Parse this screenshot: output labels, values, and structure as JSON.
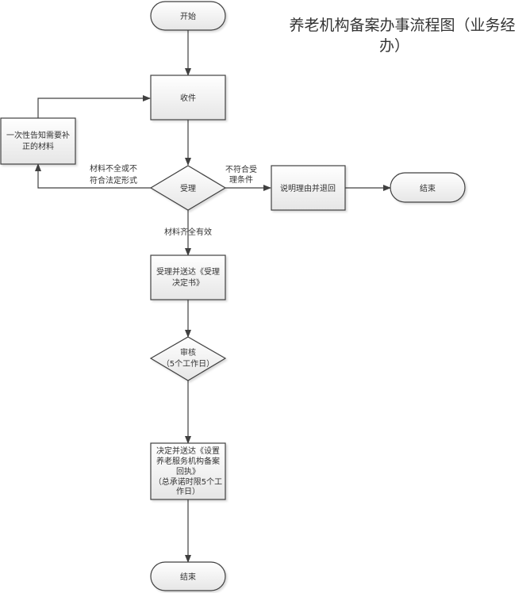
{
  "title": {
    "line1": "养老机构备案办事流程图（业务经",
    "line2": "办）"
  },
  "nodes": {
    "start": {
      "type": "terminal",
      "label": [
        "开始"
      ]
    },
    "receive": {
      "type": "process",
      "label": [
        "收件"
      ]
    },
    "notify": {
      "type": "process",
      "label": [
        "一次性告知需要补",
        "正的材料"
      ]
    },
    "accept": {
      "type": "decision",
      "label": [
        "受理"
      ]
    },
    "reject": {
      "type": "process",
      "label": [
        "说明理由并退回"
      ]
    },
    "end_right": {
      "type": "terminal",
      "label": [
        "结束"
      ]
    },
    "accept_doc": {
      "type": "process",
      "label": [
        "受理并送达《受理",
        "决定书》"
      ]
    },
    "review": {
      "type": "decision",
      "label": [
        "审核",
        "（5个工作日）"
      ]
    },
    "decision_doc": {
      "type": "process",
      "label": [
        "决定并送达《设置",
        "养老服务机构备案",
        "回执》",
        "（总承诺时限5个工",
        "作日）"
      ]
    },
    "end_bottom": {
      "type": "terminal",
      "label": [
        "结束"
      ]
    }
  },
  "edges": {
    "incomplete": [
      "材料不全或不",
      "符合法定形式"
    ],
    "not_qualified": [
      "不符合受",
      "理条件"
    ],
    "complete": [
      "材料齐全有效"
    ]
  },
  "colors": {
    "stroke": "#404040",
    "fill_top": "#ffffff",
    "fill_bottom": "#e8e8e8",
    "text": "#333333"
  }
}
